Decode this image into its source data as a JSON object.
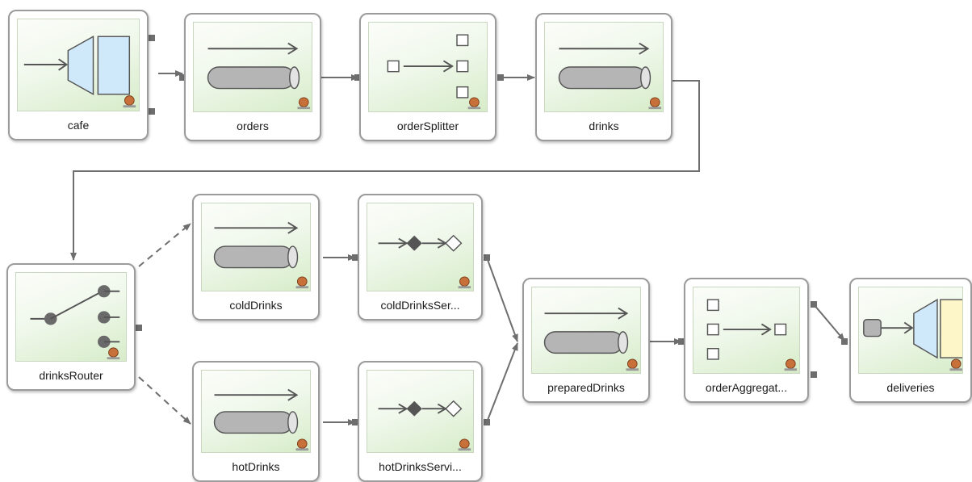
{
  "nodes": {
    "cafe": "cafe",
    "orders": "orders",
    "order_splitter": "orderSplitter",
    "drinks": "drinks",
    "drinks_router": "drinksRouter",
    "cold_drinks": "coldDrinks",
    "cold_drinks_service": "coldDrinksSer...",
    "hot_drinks": "hotDrinks",
    "hot_drinks_service": "hotDrinksServi...",
    "prepared_drinks": "preparedDrinks",
    "order_aggregator": "orderAggregat...",
    "deliveries": "deliveries"
  },
  "icons": {
    "cafe": "gateway-icon",
    "channel": "channel-pipe-icon",
    "splitter": "splitter-icon",
    "router": "router-switch-icon",
    "service_activator": "service-activator-icon",
    "aggregator": "aggregator-icon",
    "outbound_adapter": "outbound-adapter-icon",
    "badge": "spring-bean-badge-icon"
  },
  "colors": {
    "icon_background": "#e6f4dd",
    "gateway_fill": "#cfe9fb",
    "adapter_fill": "#fdf6c8",
    "connector": "#6e6e6e",
    "node_border": "#9b9b9b"
  }
}
